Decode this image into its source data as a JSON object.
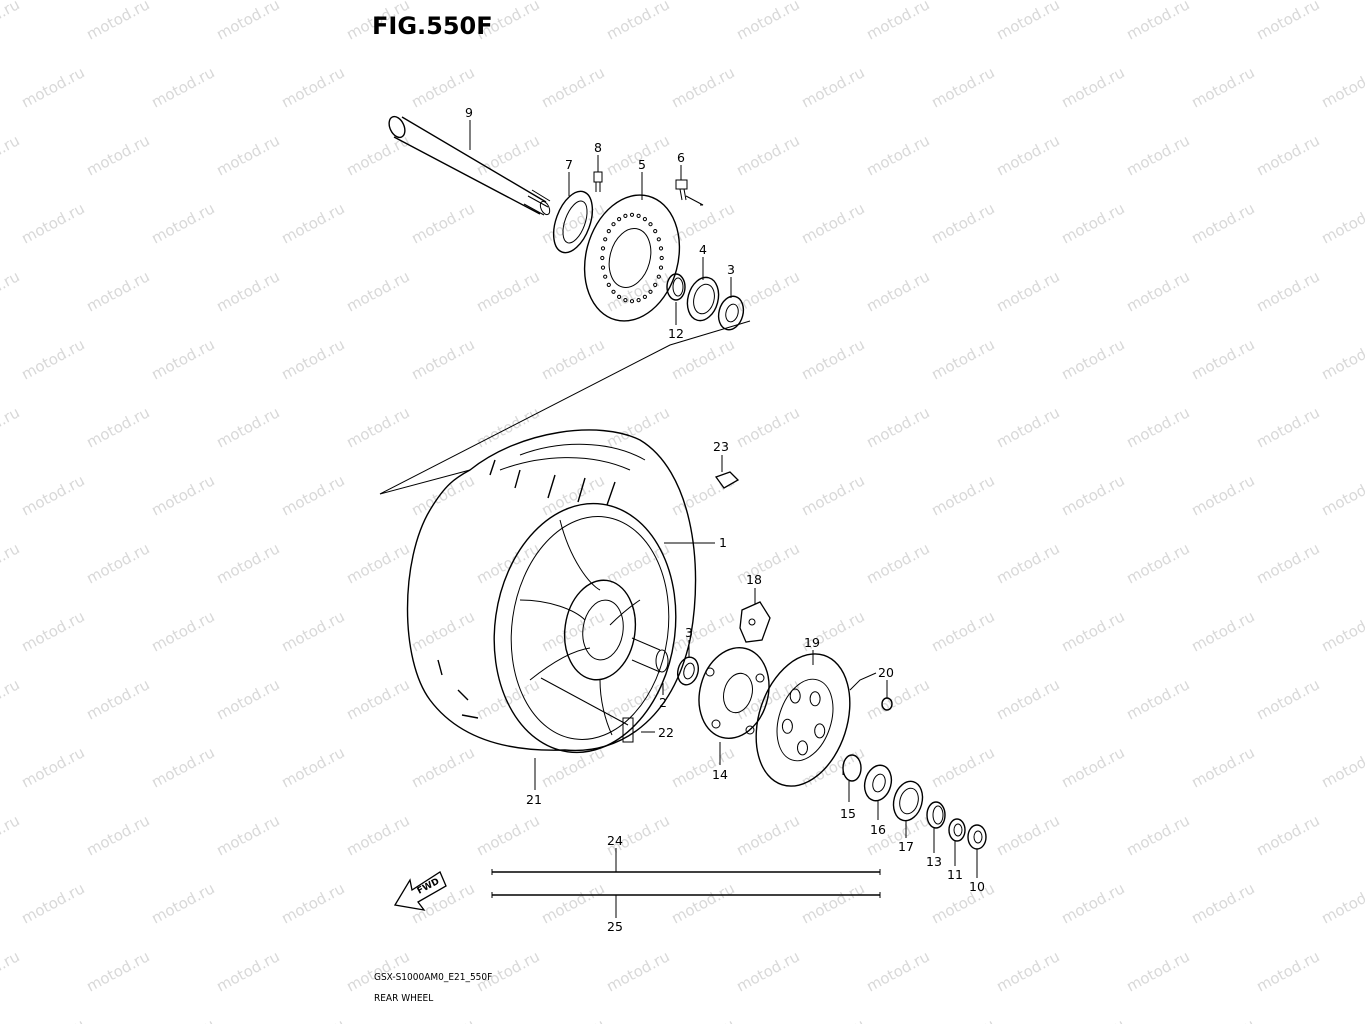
{
  "figure": {
    "title": "FIG.550F",
    "model_code": "GSX-S1000AM0_E21_550F",
    "name": "REAR WHEEL"
  },
  "watermark": "motod.ru",
  "fwd_label": "FWD",
  "callouts": [
    {
      "id": "c1",
      "num": "1"
    },
    {
      "id": "c2",
      "num": "2"
    },
    {
      "id": "c3a",
      "num": "3"
    },
    {
      "id": "c3b",
      "num": "3"
    },
    {
      "id": "c4",
      "num": "4"
    },
    {
      "id": "c5",
      "num": "5"
    },
    {
      "id": "c6",
      "num": "6"
    },
    {
      "id": "c7",
      "num": "7"
    },
    {
      "id": "c8",
      "num": "8"
    },
    {
      "id": "c9",
      "num": "9"
    },
    {
      "id": "c10",
      "num": "10"
    },
    {
      "id": "c11",
      "num": "11"
    },
    {
      "id": "c12",
      "num": "12"
    },
    {
      "id": "c13",
      "num": "13"
    },
    {
      "id": "c14",
      "num": "14"
    },
    {
      "id": "c15",
      "num": "15"
    },
    {
      "id": "c16",
      "num": "16"
    },
    {
      "id": "c17",
      "num": "17"
    },
    {
      "id": "c18",
      "num": "18"
    },
    {
      "id": "c19",
      "num": "19"
    },
    {
      "id": "c20",
      "num": "20"
    },
    {
      "id": "c21",
      "num": "21"
    },
    {
      "id": "c22",
      "num": "22"
    },
    {
      "id": "c23",
      "num": "23"
    },
    {
      "id": "c24",
      "num": "24"
    },
    {
      "id": "c25",
      "num": "25"
    }
  ]
}
